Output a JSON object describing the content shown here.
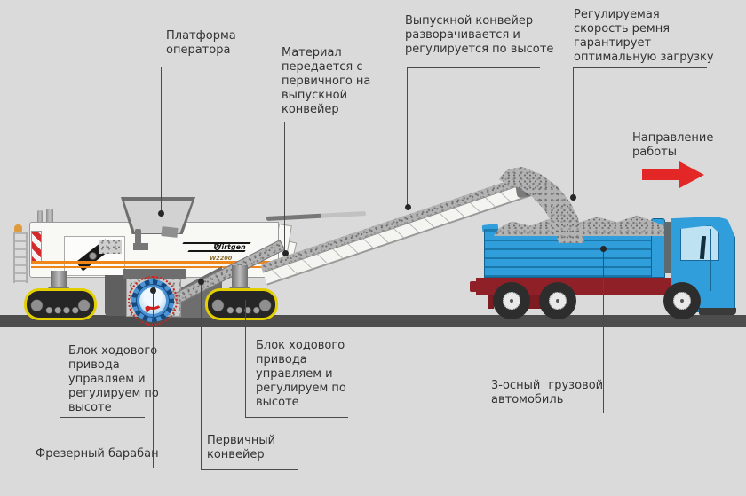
{
  "labels": {
    "platform": "Платформа\nоператора",
    "material": "Материал\nпередается с\nпервичного на\nвыпускной\nконвейер",
    "discharge": "Выпускной конвейер\nразворачивается и\nрегулируется по высоте",
    "belt_speed": "Регулируемая\nскорость ремня\nгарантирует\nоптимальную загрузку",
    "direction": "Направление\nработы",
    "drive_front": "Блок ходового\nпривода\nуправляем и\nрегулируем по\nвысоте",
    "drive_rear": "Блок ходового\nпривода\nуправляем и\nрегулируем по\nвысоте",
    "drum": "Фрезерный барабан",
    "primary": "Первичный\nконвейер",
    "truck": "3-осный  грузовой\nавтомобиль"
  },
  "machine": {
    "brand": "Wirtgen",
    "model": "W2200"
  },
  "colors": {
    "background": "#dadada",
    "road": "#4d4d4d",
    "leader_line": "#4a4a4a",
    "text": "#333333",
    "accent_red": "#e32726",
    "machine_orange": "#ee861a",
    "track_yellow": "#e3cf00",
    "drum_blue": "#4b93d4",
    "truck_blue": "#2f9edb",
    "chassis_red": "#8f2027"
  }
}
